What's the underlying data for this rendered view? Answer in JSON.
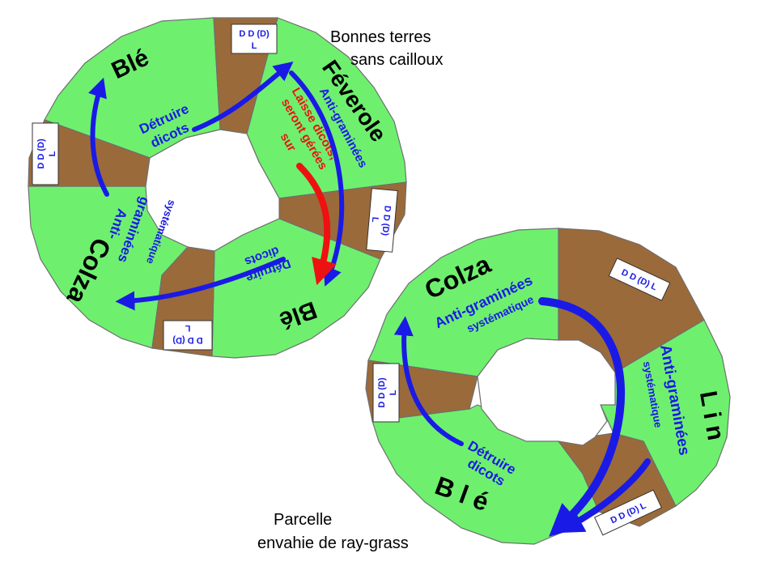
{
  "colors": {
    "green": "#6ef06e",
    "brown": "#9b6a3a",
    "blue": "#1a1ae6",
    "red": "#ee1111"
  },
  "top_note": {
    "line1": "Bonnes terres",
    "line2": "sans cailloux"
  },
  "bottom_note": {
    "line1": "Parcelle",
    "line2": "envahie de ray-grass"
  },
  "wheel1": {
    "crops": {
      "ble1": "Blé",
      "feverole": "Féverole",
      "ble2": "Blé",
      "colza": "Colza"
    },
    "treatments": {
      "detruire1_a": "Détruire",
      "detruire1_b": "dicots",
      "anti_grami": "Anti-graminées",
      "laisse_a": "Laisse dicots,",
      "laisse_b": "seront gérées",
      "laisse_c": "sur",
      "detruire2_a": "Détruire",
      "detruire2_b": "dicots",
      "anti_a": "Anti-",
      "anti_b": "graminées",
      "anti_c": "systématique"
    },
    "boxes": [
      {
        "l1": "D D (D)",
        "l2": "L"
      },
      {
        "l1": "D D (D)",
        "l2": "L"
      },
      {
        "l1": "D D (D)",
        "l2": "L"
      },
      {
        "l1": "D D (D)",
        "l2": "L"
      }
    ]
  },
  "wheel2": {
    "crops": {
      "colza": "Colza",
      "lin": "L i n",
      "ble": "B l é"
    },
    "treatments": {
      "colza_a": "Anti-graminées",
      "colza_b": "systématique",
      "lin_a": "Anti-graminées",
      "lin_b": "systématique",
      "ble_a": "Détruire",
      "ble_b": "dicots"
    },
    "boxes": [
      {
        "l1": "D D (D) L"
      },
      {
        "l1": "D D (D) L"
      },
      {
        "l1": "D D (D)",
        "l2": "L"
      }
    ]
  }
}
